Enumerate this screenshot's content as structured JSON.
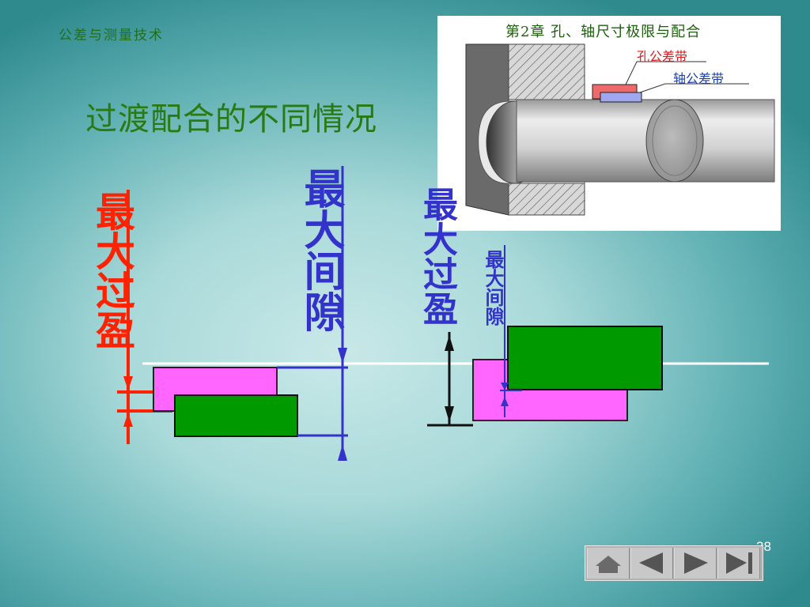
{
  "header": {
    "course_title": "公差与测量技术",
    "slide_title": "过渡配合的不同情况"
  },
  "illustration": {
    "chapter_title": "第2章  孔、轴尺寸极限与配合",
    "hole_tolerance_zone_label": "孔公差带",
    "shaft_tolerance_zone_label": "轴公差带"
  },
  "diagram": {
    "left": {
      "max_interference_label": "最大过盈",
      "max_clearance_label": "最大间隙"
    },
    "right": {
      "max_interference_label": "最大过盈",
      "max_clearance_label": "最大间隙"
    }
  },
  "colors": {
    "hole_zone": "#ff66ff",
    "shaft_zone": "#009900",
    "interference_dim": "#ff2200",
    "clearance_dim": "#3333cc",
    "zero_line": "#ffffff"
  },
  "nav": {
    "icons": [
      "home-icon",
      "previous-icon",
      "next-icon",
      "last-icon"
    ]
  },
  "footer": {
    "page_number": "38"
  }
}
